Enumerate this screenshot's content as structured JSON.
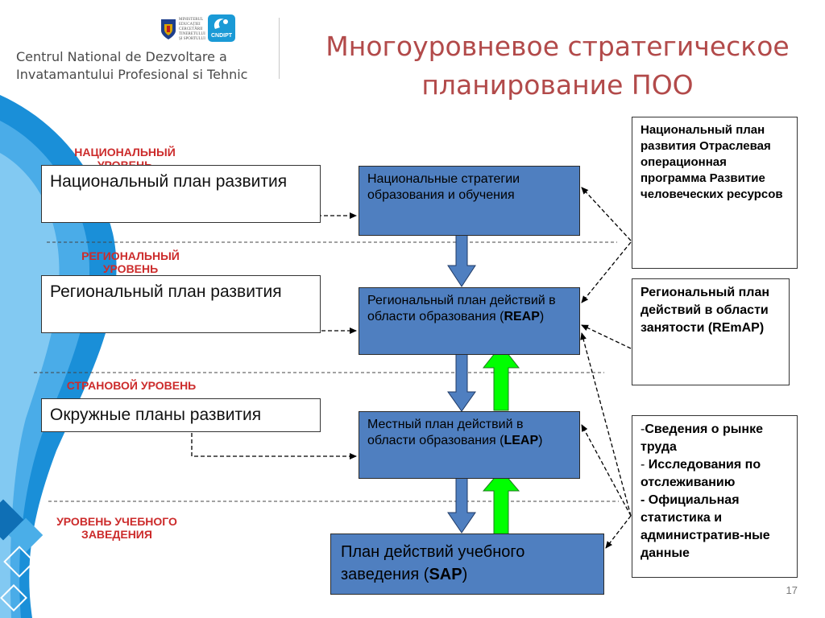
{
  "org": {
    "line1": "Centrul National de Dezvoltare a",
    "line2": "Invatamantului Profesional si Tehnic",
    "logo_text": "CNDIPT",
    "ministry_text": [
      "MINISTERUL",
      "EDUCAȚIEI",
      "CERCETĂRII",
      "TINERETULUI",
      "ȘI SPORTULUI"
    ]
  },
  "title": {
    "line1": "Многоуровневое стратегическое",
    "line2": "планирование ПОО"
  },
  "levels": {
    "national": "НАЦИОНАЛЬНЫЙ УРОВЕНЬ",
    "regional": "РЕГИОНАЛЬНЫЙ УРОВЕНЬ",
    "country": "СТРАНОВОЙ УРОВЕНЬ",
    "school": "УРОВЕНЬ УЧЕБНОГО ЗАВЕДЕНИЯ"
  },
  "plans": {
    "national": "Национальный план развития",
    "regional": "Региональный план развития",
    "district": "Окружные планы развития"
  },
  "boxes": {
    "national_strategies": "Национальные стратегии образования и обучения",
    "reap_text": "Региональный план действий в области образования (",
    "reap_code": "REAP",
    "reap_close": ")",
    "leap_text": "Местный план действий в области образования (",
    "leap_code": "LEAP",
    "leap_close": ")",
    "sap_text": "План действий учебного заведения (",
    "sap_code": "SAP",
    "sap_close": ")"
  },
  "info": {
    "national": "Национальный план развития Отраслевая операционная программа Развитие человеческих ресурсов",
    "regional": "Региональный план действий в области занятости (REmAP)",
    "market_prefix": "-",
    "market": "Сведения о рынке труда",
    "research_prefix": "- ",
    "research": "Исследования по отслеживанию",
    "stats": "- Официальная статистика и административ-ные данные"
  },
  "page_number": "17",
  "colors": {
    "title": "#b24a4a",
    "level_label": "#cc2b2b",
    "box_blue": "#4f7fc0",
    "arrow_green": "#00ff00",
    "arrow_blue": "#4f7fc0",
    "deco_blue": "#1a8fd8"
  }
}
